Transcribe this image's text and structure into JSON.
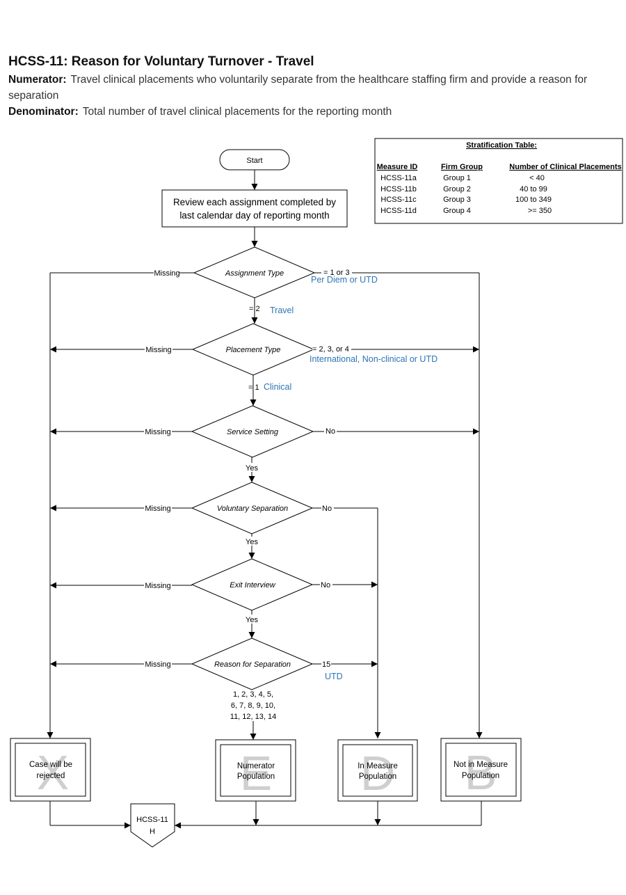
{
  "header": {
    "title": "HCSS-11:  Reason for Voluntary Turnover - Travel",
    "numerator_label": "Numerator:",
    "numerator_text": "Travel clinical placements who voluntarily separate from the healthcare staffing firm and provide a reason for separation",
    "denominator_label": "Denominator:",
    "denominator_text": "Total number of travel clinical placements for the reporting month"
  },
  "stratification": {
    "title": "Stratification Table:",
    "columns": [
      "Measure ID",
      "Firm Group",
      "Number of Clinical Placements"
    ],
    "rows": [
      [
        "HCSS-11a",
        "Group 1",
        "< 40"
      ],
      [
        "HCSS-11b",
        "Group 2",
        "40 to 99"
      ],
      [
        "HCSS-11c",
        "Group 3",
        "100 to 349"
      ],
      [
        "HCSS-11d",
        "Group 4",
        ">= 350"
      ]
    ]
  },
  "flow": {
    "start": "Start",
    "review": [
      "Review each assignment completed by",
      "last calendar day of reporting month"
    ],
    "decisions": {
      "assignment_type": "Assignment Type",
      "placement_type": "Placement Type",
      "service_setting": "Service Setting",
      "voluntary_separation": "Voluntary Separation",
      "exit_interview": "Exit Interview",
      "reason_for_separation": "Reason for Separation"
    },
    "labels": {
      "missing": "Missing",
      "yes": "Yes",
      "no": "No",
      "eq_1_or_3": "= 1 or 3",
      "per_diem_utd": "Per Diem or UTD",
      "eq_2": "= 2",
      "travel": "Travel",
      "eq_2_3_4": "= 2, 3, or 4",
      "intl_nonclinical_utd": "International, Non-clinical or UTD",
      "eq_1": "= 1",
      "clinical": "Clinical",
      "fifteen": "15",
      "utd": "UTD",
      "reasons": [
        "1, 2, 3, 4, 5,",
        "6, 7, 8, 9, 10,",
        "11, 12, 13, 14"
      ]
    },
    "outcomes": {
      "rejected": {
        "letter": "X",
        "text": [
          "Case will be",
          "rejected"
        ]
      },
      "numerator": {
        "letter": "E",
        "text": [
          "Numerator",
          "Population"
        ]
      },
      "in_measure": {
        "letter": "D",
        "text": [
          "In Measure",
          "Population"
        ]
      },
      "not_in_measure": {
        "letter": "B",
        "text": [
          "Not in Measure",
          "Population"
        ]
      }
    },
    "connector": [
      "HCSS-11",
      "H"
    ]
  },
  "colors": {
    "blue_annotation": "#2e74b5",
    "watermark": "#cfcfcf",
    "line": "#000000"
  }
}
